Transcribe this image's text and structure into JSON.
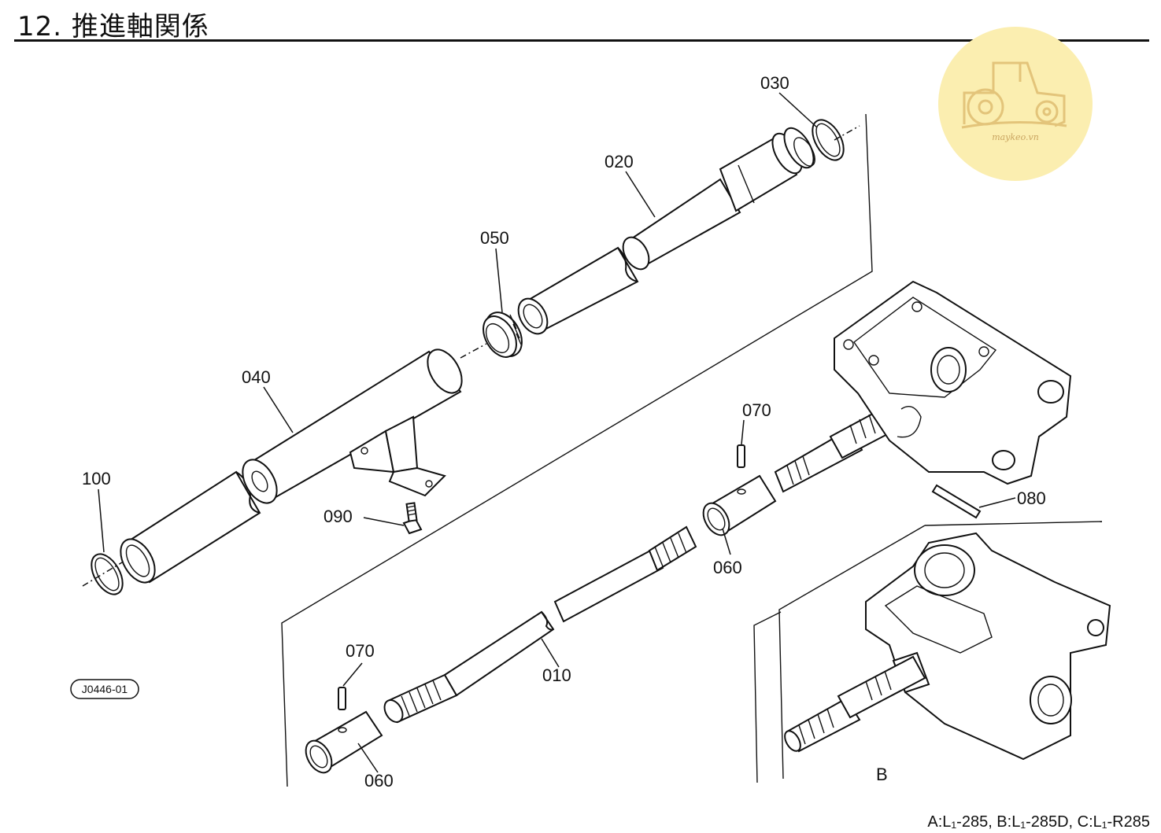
{
  "title": "12. 推進軸関係",
  "watermark": {
    "text": "maykeo.vn",
    "circle_color": "#fbeeb0",
    "icon": "tractor-icon"
  },
  "parts": {
    "p010": "010",
    "p020": "020",
    "p030": "030",
    "p040": "040",
    "p050": "050",
    "p060_upper": "060",
    "p060_lower": "060",
    "p070_upper": "070",
    "p070_lower": "070",
    "p080": "080",
    "p090": "090",
    "p100": "100"
  },
  "figure_ref": "J0446-01",
  "variant_label": "B",
  "footer": "A:L₁-285, B:L₁-285D, C:L₁-R285"
}
